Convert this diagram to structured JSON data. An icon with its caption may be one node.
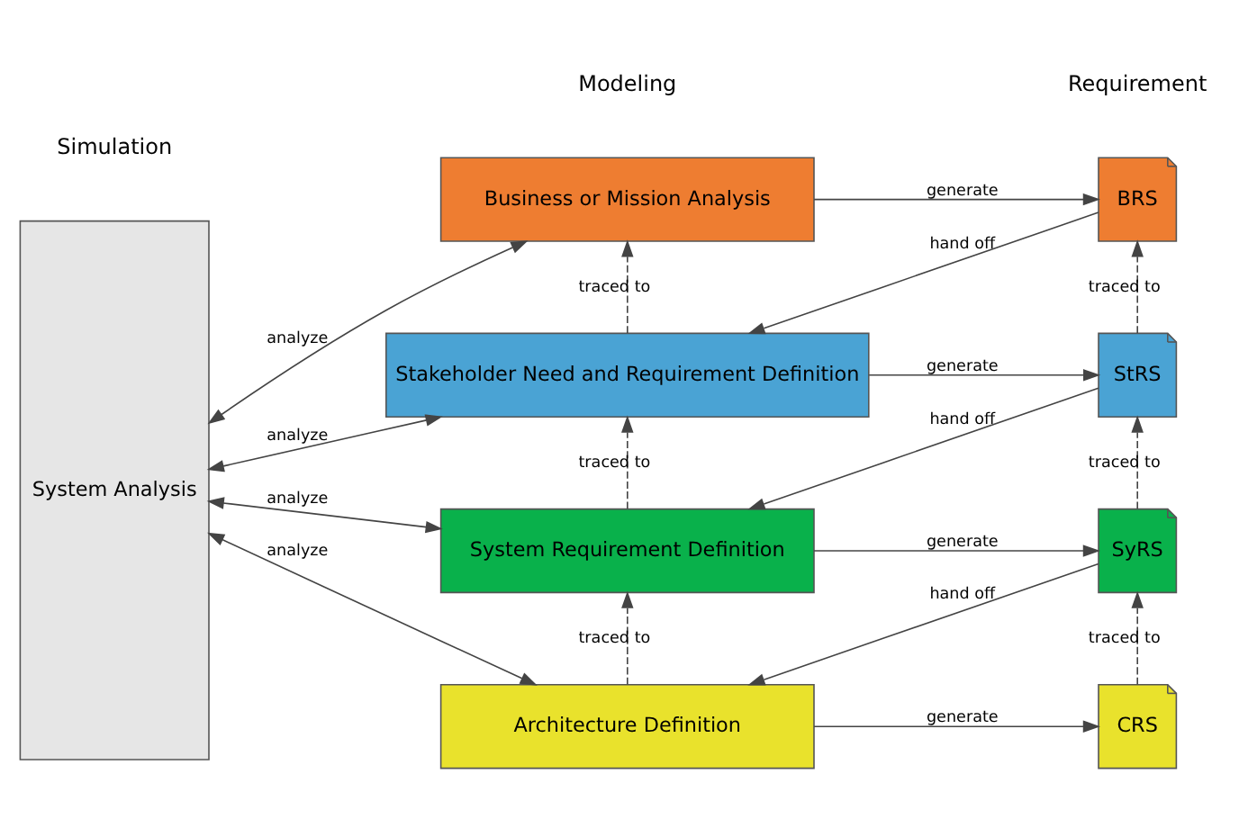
{
  "diagram": {
    "nodes": [
      {
        "text": [
          "System Analysis"
        ]
      },
      {
        "text": [
          "Business or Mission Analysis"
        ]
      },
      {
        "text": [
          "Stakeholder Need and Requirement Definition"
        ]
      },
      {
        "text": [
          "System Requirement Definition"
        ]
      },
      {
        "text": [
          "Architecture Definition"
        ]
      },
      {
        "text": [
          "BRS"
        ]
      },
      {
        "text": [
          "StRS"
        ]
      },
      {
        "text": [
          "SyRS"
        ]
      },
      {
        "text": [
          "CRS"
        ]
      }
    ],
    "edges": [
      {
        "from": 0,
        "to": 1,
        "arrow": "both",
        "label": "analyze"
      },
      {
        "from": 0,
        "to": 2,
        "arrow": "both",
        "label": "analyze"
      },
      {
        "from": 0,
        "to": 3,
        "arrow": "both",
        "label": "analyze"
      },
      {
        "from": 0,
        "to": 4,
        "arrow": "both",
        "label": "analyze"
      },
      {
        "from": 1,
        "to": 5,
        "arrow": "to",
        "label": "generate"
      },
      {
        "from": 2,
        "to": 6,
        "arrow": "to",
        "label": "generate"
      },
      {
        "from": 3,
        "to": 7,
        "arrow": "to",
        "label": "generate"
      },
      {
        "from": 4,
        "to": 8,
        "arrow": "to",
        "label": "generate"
      },
      {
        "from": 5,
        "to": 2,
        "arrow": "to",
        "label": "hand off"
      },
      {
        "from": 6,
        "to": 3,
        "arrow": "to",
        "label": "hand off"
      },
      {
        "from": 7,
        "to": 4,
        "arrow": "to",
        "label": "hand off"
      },
      {
        "from": 2,
        "to": 1,
        "arrow": "to",
        "label": "traced to",
        "style": "dashed"
      },
      {
        "from": 3,
        "to": 2,
        "arrow": "to",
        "label": "traced to",
        "style": "dashed"
      },
      {
        "from": 4,
        "to": 3,
        "arrow": "to",
        "label": "traced to",
        "style": "dashed"
      },
      {
        "from": 6,
        "to": 5,
        "arrow": "to",
        "label": "traced to",
        "style": "dashed"
      },
      {
        "from": 7,
        "to": 6,
        "arrow": "to",
        "label": "traced to",
        "style": "dashed"
      },
      {
        "from": 8,
        "to": 7,
        "arrow": "to",
        "label": "traced to",
        "style": "dashed"
      }
    ],
    "labels": [
      "Simulation",
      "Modeling",
      "Requirement"
    ]
  }
}
